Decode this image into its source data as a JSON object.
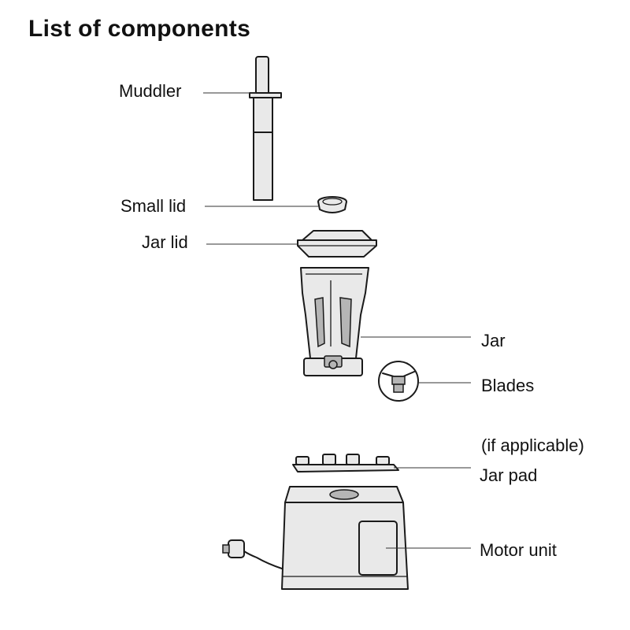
{
  "title": "List of components",
  "components": {
    "muddler": "Muddler",
    "small_lid": "Small lid",
    "jar_lid": "Jar lid",
    "jar": "Jar",
    "blades": "Blades",
    "if_applicable": "(if applicable)",
    "jar_pad": "Jar pad",
    "motor_unit": "Motor unit"
  }
}
